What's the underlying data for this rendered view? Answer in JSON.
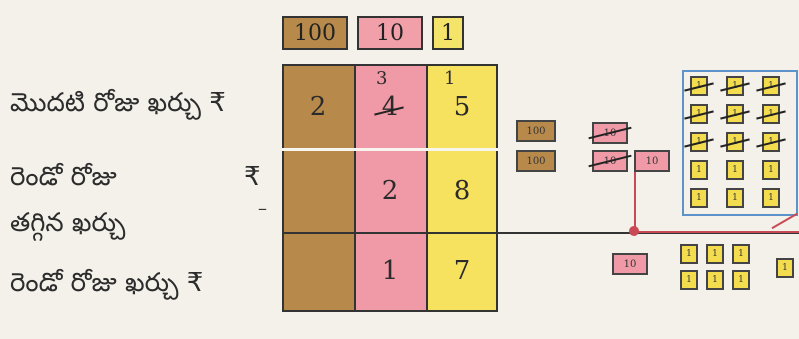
{
  "place_value_headers": {
    "hundreds": "100",
    "tens": "10",
    "ones": "1"
  },
  "rows": [
    {
      "label": "మొదటి రోజు ఖర్చు ₹",
      "hundreds": "2",
      "tens": "4",
      "ones": "5",
      "tens_carry": "3",
      "ones_carry": "1"
    },
    {
      "label_line1": "రెండో రోజు",
      "label_line2": "తగ్గిన ఖర్చు",
      "currency": "₹",
      "operator": "–",
      "hundreds": "",
      "tens": "2",
      "ones": "8"
    },
    {
      "label": "రెండో రోజు ఖర్చు ₹",
      "hundreds": "",
      "tens": "1",
      "ones": "7"
    }
  ],
  "blocks": {
    "hundred_label": "100",
    "ten_label": "10",
    "one_label": "1"
  },
  "colors": {
    "hundreds": "#b78a4c",
    "tens": "#ef9aa6",
    "ones": "#f6e25e",
    "connector": "#c94a55",
    "group_outline": "#5d93c9"
  }
}
